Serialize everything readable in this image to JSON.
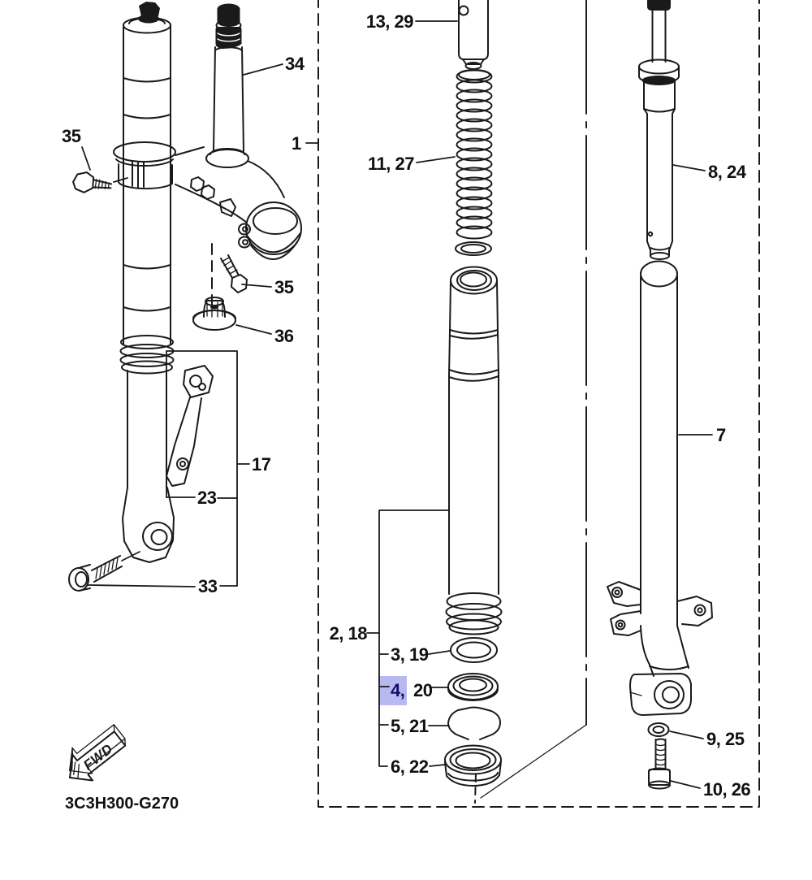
{
  "diagram": {
    "code": "3C3H300-G270",
    "fwd_label": "FWD",
    "colors": {
      "background": "#ffffff",
      "line": "#1a1a1a",
      "highlight_bg": "#b9b9f2",
      "highlight_text": "#10106a"
    },
    "selection": {
      "highlighted_part": "4, 20"
    },
    "labels": {
      "p1": "1",
      "p34": "34",
      "p35_upper": "35",
      "p35_lower": "35",
      "p36": "36",
      "p17": "17",
      "p23": "23",
      "p33": "33",
      "p13_29": "13, 29",
      "p11_27": "11, 27",
      "p2_18": "2, 18",
      "p3_19": "3, 19",
      "p4_hl": "4,",
      "p4_rest": "20",
      "p5_21": "5, 21",
      "p6_22": "6, 22",
      "p8_24": "8, 24",
      "p7": "7",
      "p9_25": "9, 25",
      "p10_26": "10, 26"
    }
  }
}
